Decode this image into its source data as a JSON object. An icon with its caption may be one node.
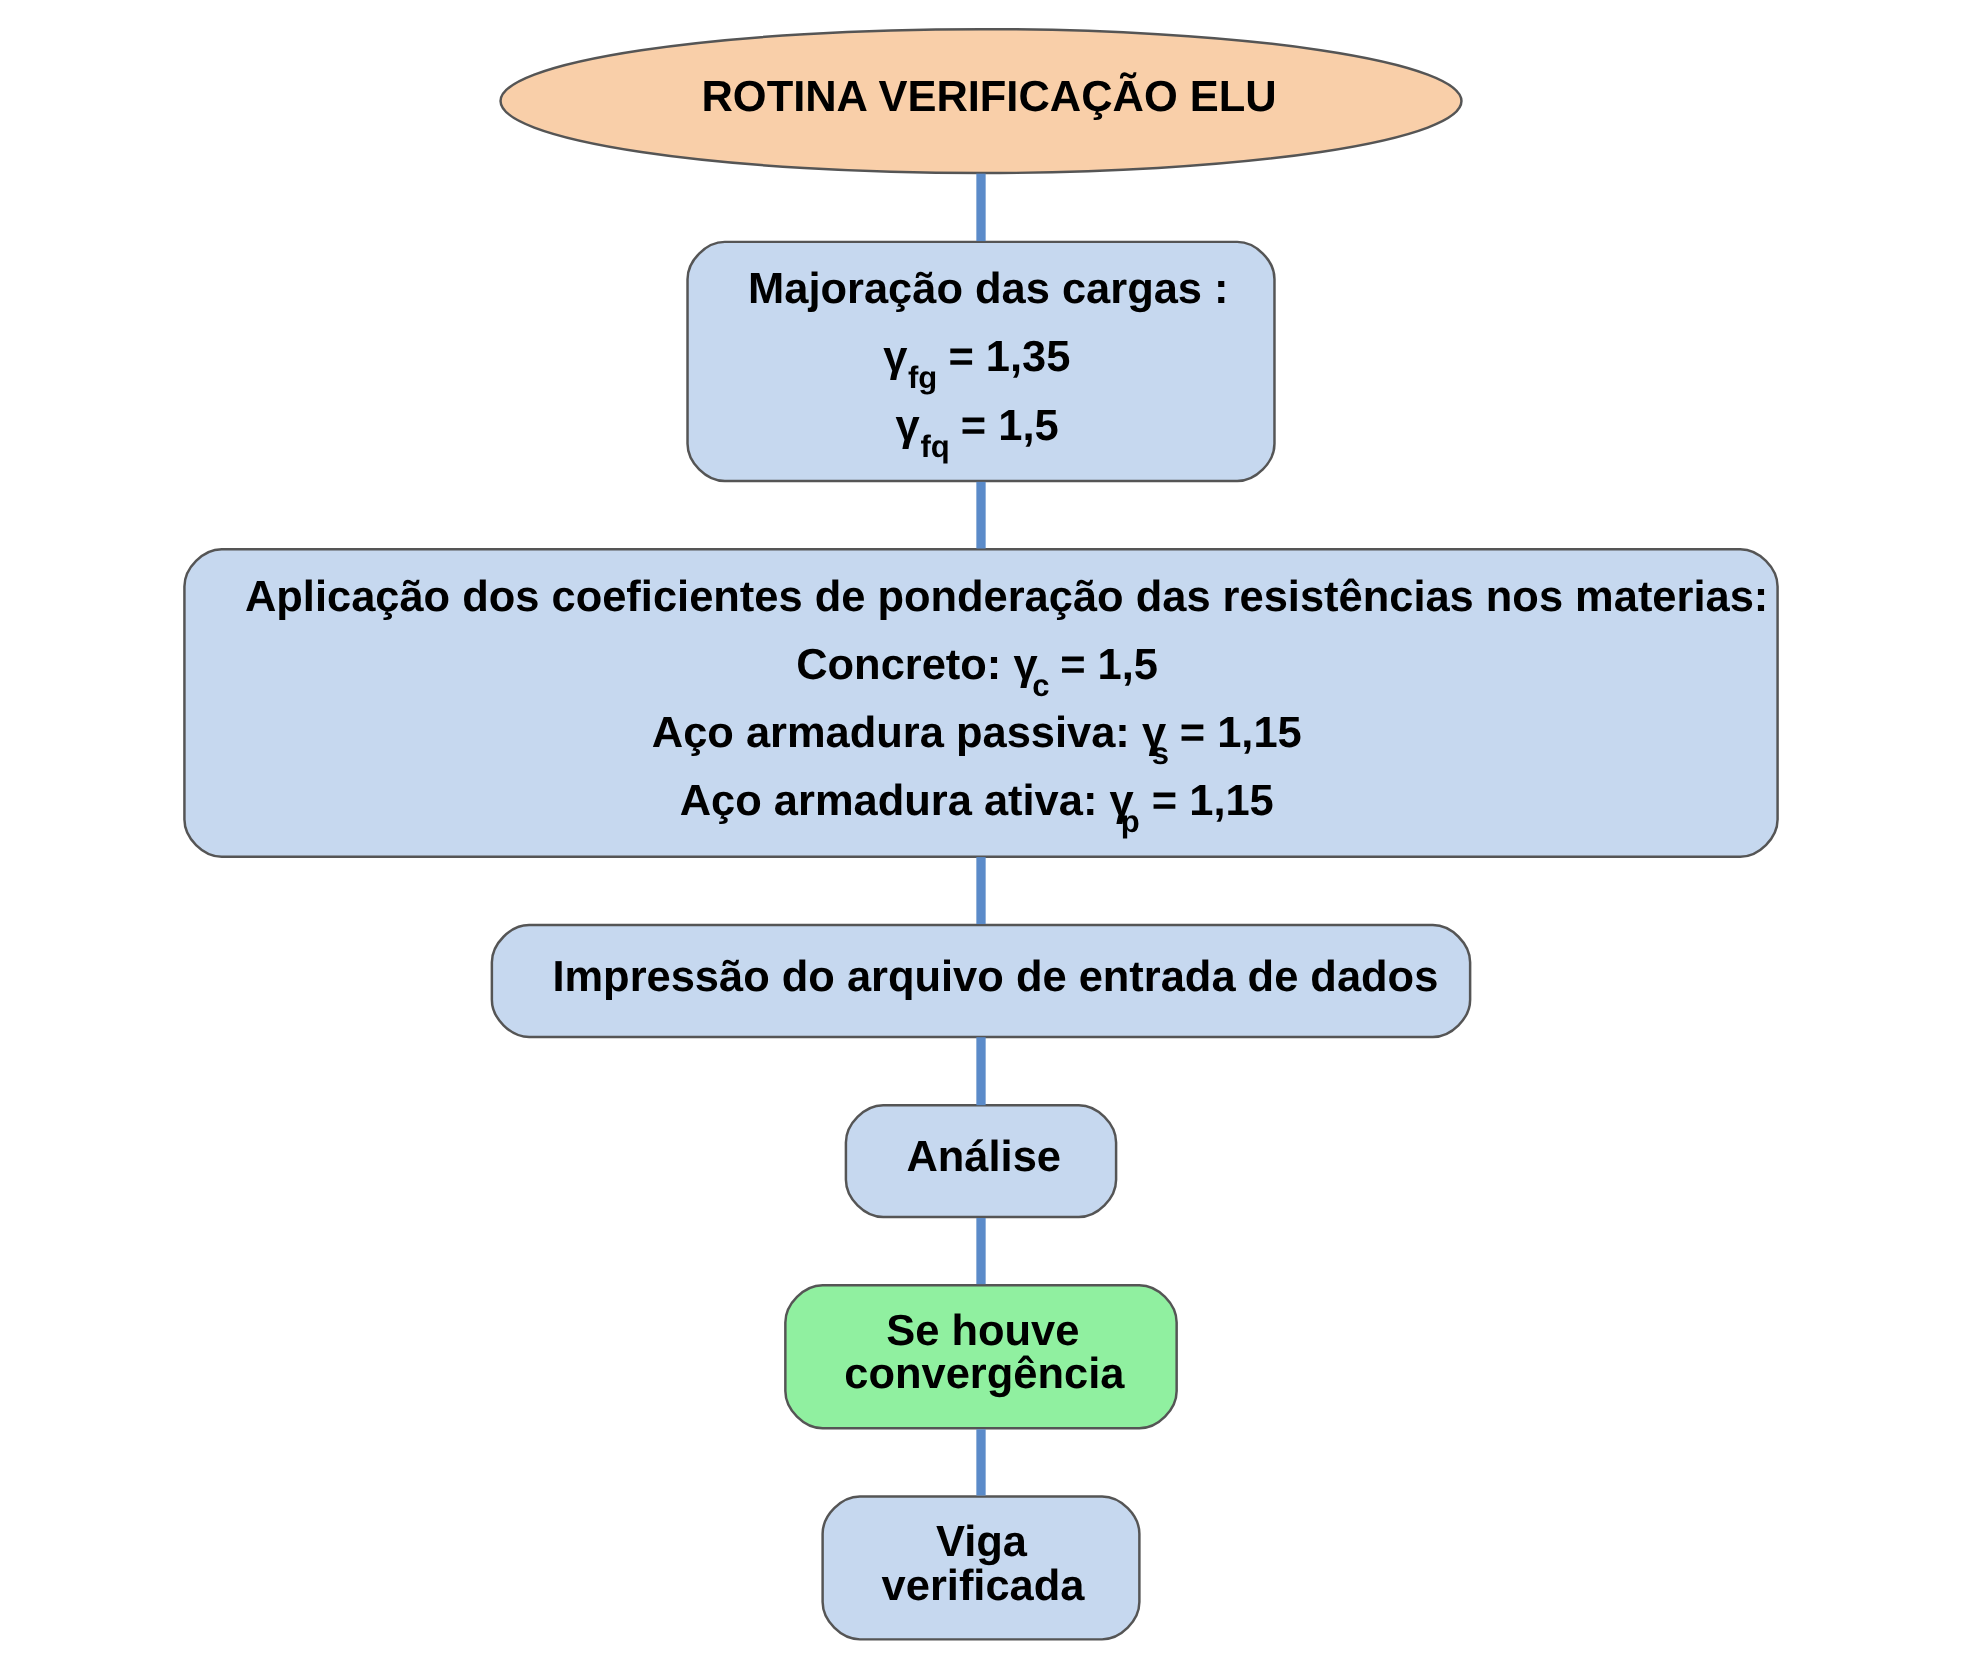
{
  "diagram": {
    "nodes": [
      {
        "text": [
          "ROTINA VERIFICAÇÃO ELU"
        ]
      },
      {
        "text": [
          "Majoração das cargas :",
          "γ$_{fg}$ = 1,35",
          "γ$_{fq}$ = 1,5"
        ]
      },
      {
        "text": [
          "Aplicação dos coeficientes de ponderação das resistências nos materias:",
          "Concreto: γ$_{c}$ = 1,5",
          "Aço armadura passiva: γ$_{s}$ = 1,15",
          "Aço armadura ativa: γ$_{p}$ = 1,15"
        ]
      },
      {
        "text": [
          "Impressão do arquivo de entrada de dados"
        ]
      },
      {
        "text": [
          "Análise"
        ]
      },
      {
        "text": [
          "Se houve convergência"
        ]
      },
      {
        "text": [
          "Viga verificada"
        ]
      }
    ],
    "edges": [
      {
        "from": 0,
        "to": 1,
        "arrow": "none"
      },
      {
        "from": 1,
        "to": 2,
        "arrow": "none"
      },
      {
        "from": 2,
        "to": 3,
        "arrow": "none"
      },
      {
        "from": 3,
        "to": 4,
        "arrow": "none"
      },
      {
        "from": 4,
        "to": 5,
        "arrow": "none"
      },
      {
        "from": 5,
        "to": 6,
        "arrow": "none"
      }
    ]
  }
}
